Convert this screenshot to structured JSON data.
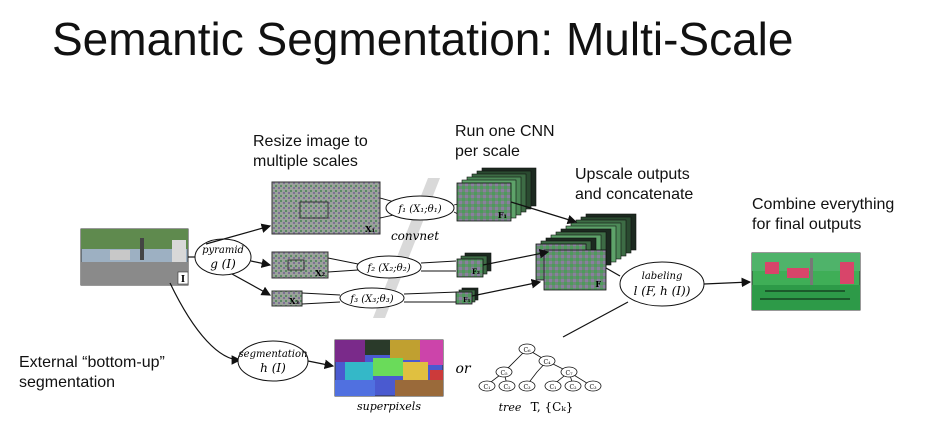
{
  "title": "Semantic Segmentation: Multi-Scale",
  "steps": {
    "resize": [
      "Resize image to",
      "multiple scales"
    ],
    "cnn": [
      "Run one CNN",
      "per scale"
    ],
    "upscale": [
      "Upscale outputs",
      "and concatenate"
    ],
    "combine": [
      "Combine everything",
      "for final outputs"
    ],
    "external": [
      "External “bottom-up”",
      "segmentation"
    ]
  },
  "math": {
    "input_label": "I",
    "pyramid": "pyramid",
    "g_func": "g (I)",
    "x1": "X₁",
    "x2": "X₂",
    "x3": "X₃",
    "f1": "f₁ (X₁;θ₁)",
    "f2": "f₂ (X₂;θ₂)",
    "f3": "f₃ (X₃;θ₃)",
    "convnet": "convnet",
    "F1": "F₁",
    "F2": "F₂",
    "F3": "F₃",
    "F": "F",
    "labeling": "labeling",
    "l_func": "l (F, h (I))",
    "segmentation": "segmentation",
    "h_func": "h (I)",
    "superpixels": "superpixels",
    "or": "or",
    "tree_label": "tree",
    "tree_set": "T, {Cₖ}"
  },
  "tree": {
    "nodes": [
      "C₆",
      "C₄",
      "C₅",
      "C₇",
      "C₁",
      "C₂",
      "C₃",
      "C₁",
      "C₂",
      "C₃"
    ]
  },
  "colors": {
    "arrow": "#111111",
    "feature_green": "#3fae57",
    "feature_dark": "#1c2a20",
    "gray_band": "#cfcfcf",
    "output_red": "#d8456a"
  }
}
